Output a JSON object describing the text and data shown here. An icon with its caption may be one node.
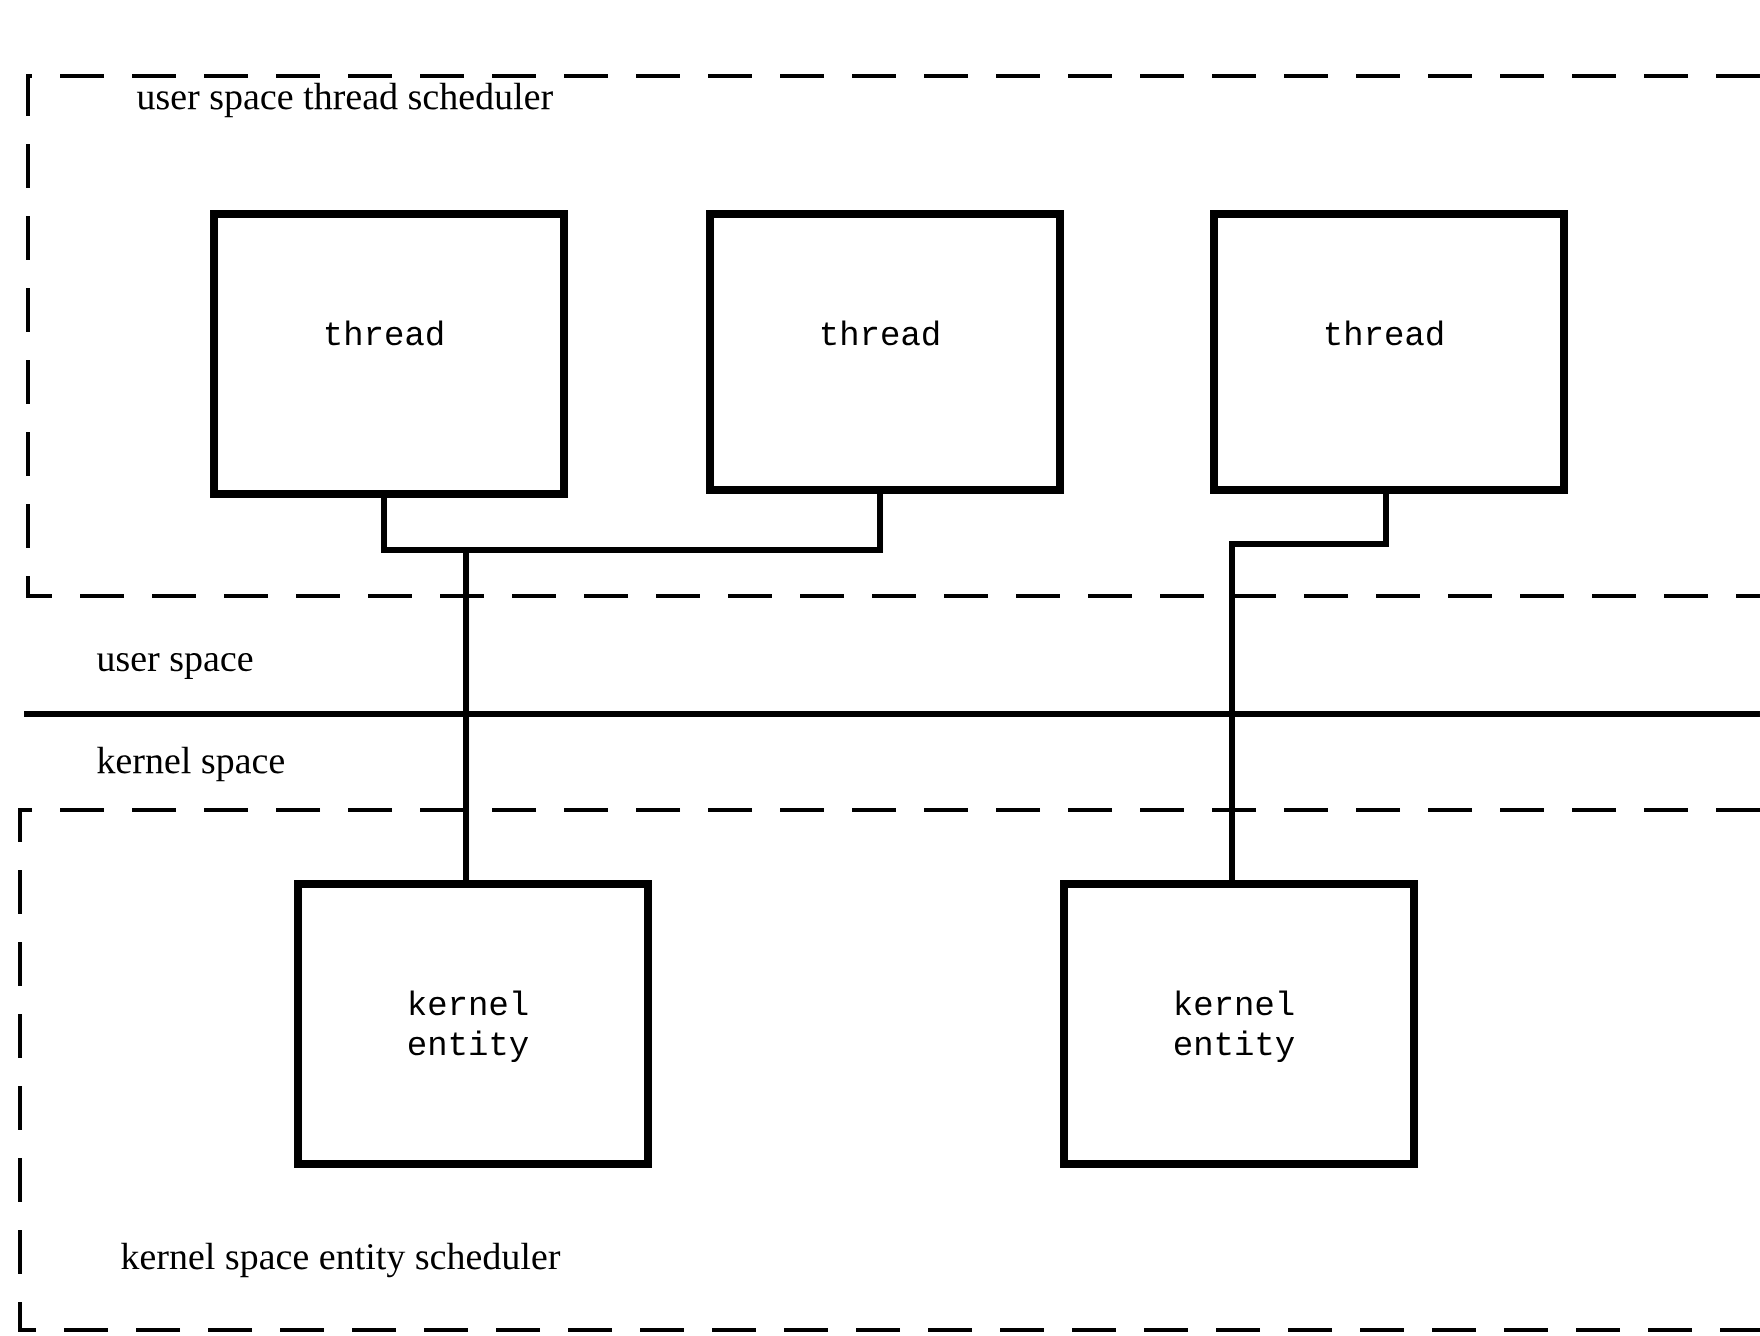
{
  "diagram": {
    "nodes": [
      {
        "text": [
          "user space thread scheduler"
        ]
      },
      {
        "text": [
          "thread"
        ],
        "in": 0
      },
      {
        "text": [
          "thread"
        ],
        "in": 0
      },
      {
        "text": [
          "thread"
        ],
        "in": 0
      },
      {
        "text": [
          "kernel space entity scheduler"
        ]
      },
      {
        "text": [
          "kernel entity"
        ],
        "in": 4
      },
      {
        "text": [
          "kernel entity"
        ],
        "in": 4
      }
    ],
    "edges": [
      {
        "from": 1,
        "to": 5,
        "arrow": "none"
      },
      {
        "from": 2,
        "to": 5,
        "arrow": "none"
      },
      {
        "from": 3,
        "to": 6,
        "arrow": "none"
      }
    ],
    "labels": [
      "user space",
      "kernel space"
    ]
  }
}
